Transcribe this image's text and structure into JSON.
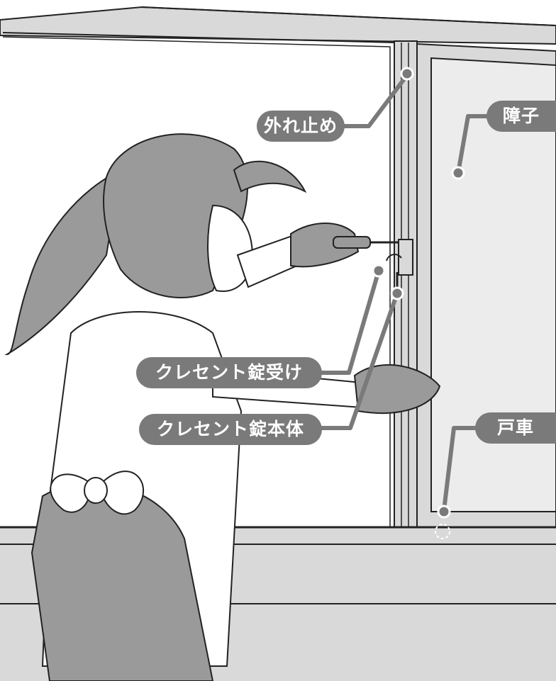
{
  "colors": {
    "label_bg": "#7a7a7a",
    "leader_line": "#7a7a7a",
    "frame": "#d9d9d9",
    "glass": "#ffffff",
    "shoji": "#ececec",
    "hair": "#9a9a9a",
    "outline": "#222222"
  },
  "labels": {
    "hazure_dome": "外れ止め",
    "shoji": "障子",
    "crescent_uke": "クレセント錠受け",
    "crescent_hontai": "クレセント錠本体",
    "tosha": "戸車"
  }
}
